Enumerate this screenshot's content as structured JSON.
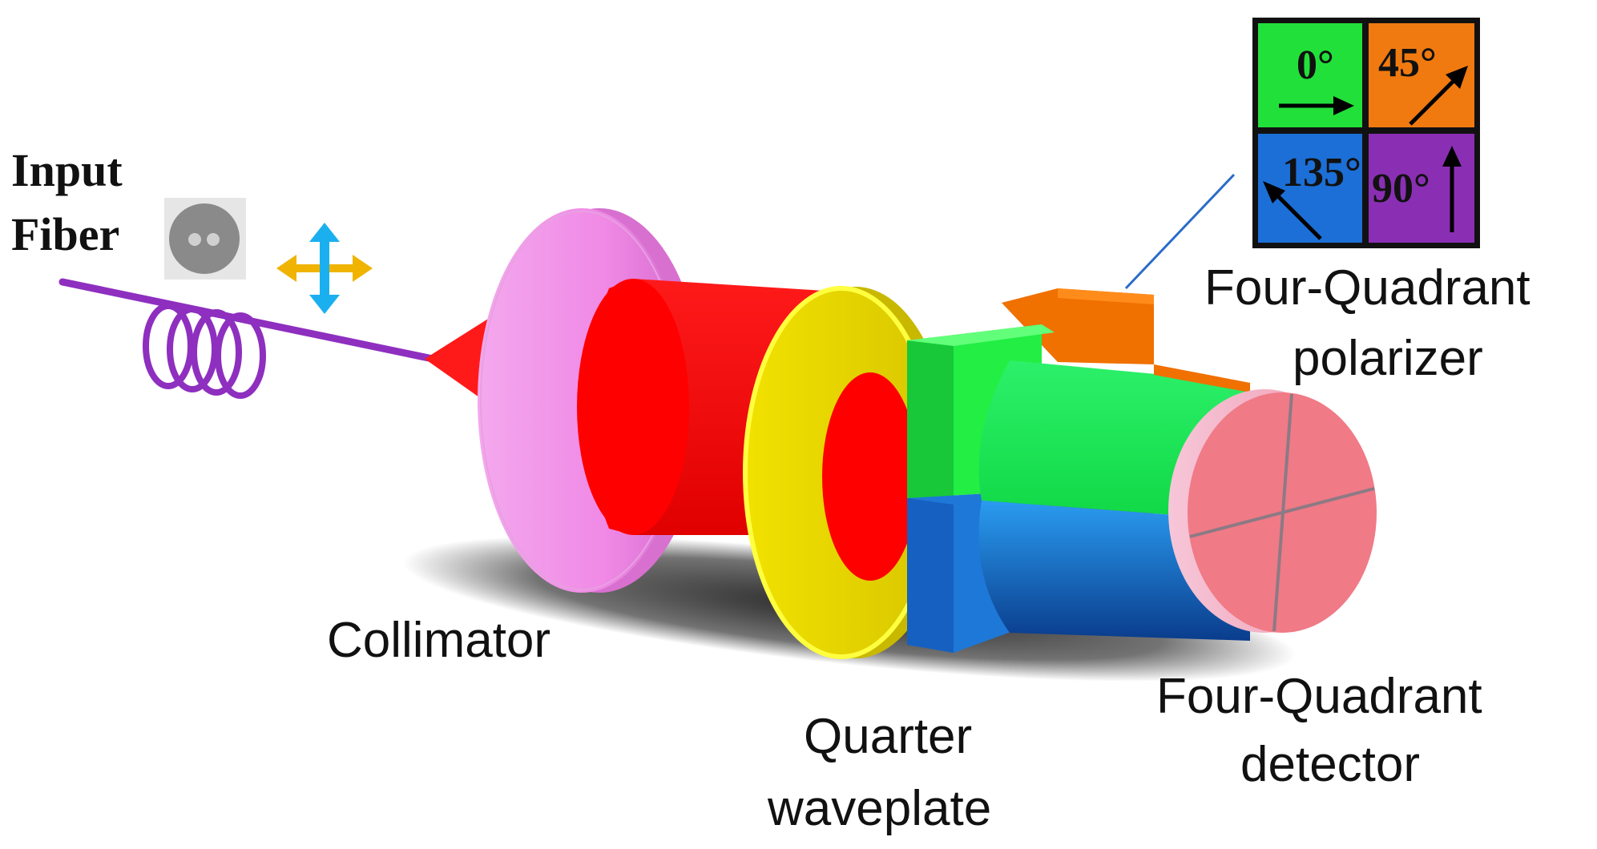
{
  "labels": {
    "input_fiber_line1": "Input",
    "input_fiber_line2": "Fiber",
    "collimator": "Collimator",
    "quarter_waveplate_line1": "Quarter",
    "quarter_waveplate_line2": "waveplate",
    "polarizer_line1": "Four-Quadrant",
    "polarizer_line2": "polarizer",
    "detector_line1": "Four-Quadrant",
    "detector_line2": "detector"
  },
  "polarizer_inset": {
    "quadrants": [
      {
        "angle_label": "0°",
        "color": "#22e03a",
        "arrow": "right-arrow-icon"
      },
      {
        "angle_label": "45°",
        "color": "#f07a10",
        "arrow": "diagonal-up-right-arrow-icon"
      },
      {
        "angle_label": "135°",
        "color": "#1c6fd6",
        "arrow": "diagonal-up-left-arrow-icon"
      },
      {
        "angle_label": "90°",
        "color": "#8a2fb4",
        "arrow": "up-arrow-icon"
      }
    ]
  },
  "colors": {
    "fiber": "#8e2fbf",
    "collimator_flange": "#f08ce8",
    "beam": "#ff0000",
    "waveplate": "#e6d400",
    "polarizer_green": "#22ee44",
    "polarizer_blue": "#1e78d8",
    "polarizer_orange": "#f07000",
    "detector_face": "#f07a86",
    "polarization_arrows_vertical": "#1ab0f0",
    "polarization_arrows_horizontal": "#f0b400"
  }
}
